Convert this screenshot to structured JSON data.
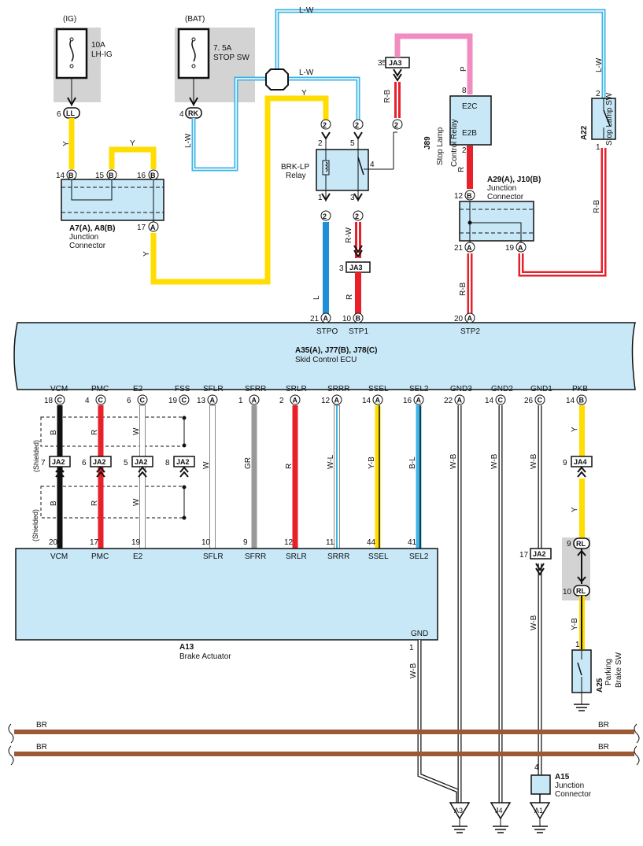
{
  "fuses": {
    "ig": {
      "source": "(IG)",
      "rating": "10A",
      "name": "LH-IG",
      "pin": "6",
      "conn": "LL"
    },
    "bat": {
      "source": "(BAT)",
      "rating": "7. 5A",
      "name": "STOP SW",
      "pin": "4",
      "conn": "RK"
    }
  },
  "junction_a7": {
    "id": "A7(A), A8(B)",
    "name1": "Junction",
    "name2": "Connector",
    "pins": [
      {
        "num": "14",
        "c": "B"
      },
      {
        "num": "15",
        "c": "B"
      },
      {
        "num": "16",
        "c": "B"
      },
      {
        "num": "17",
        "c": "A"
      }
    ]
  },
  "relay": {
    "name1": "BRK-LP",
    "name2": "Relay",
    "p1": "1",
    "p2": "2",
    "p3": "3",
    "p4": "4",
    "p5": "5",
    "c": "2"
  },
  "stop_relay": {
    "id": "J89",
    "name1": "Stop Lamp",
    "name2": "Control Relay",
    "top": "E2C",
    "bot": "E2B",
    "p8": "8",
    "p2": "2",
    "c": "B"
  },
  "stop_sw": {
    "id": "A22",
    "name": "Stop Lamp SW",
    "p2": "2",
    "p1": "1"
  },
  "junction_a29": {
    "id": "A29(A), J10(B)",
    "name1": "Junction",
    "name2": "Connector",
    "p12": "12",
    "p21": "21",
    "p19": "19",
    "cB": "B",
    "cA": "A"
  },
  "ja3": {
    "top": "JA3",
    "top_pin": "35",
    "bot": "JA3",
    "bot_pin": "3"
  },
  "wire_colors": {
    "lw": "L-W",
    "y": "Y",
    "p": "P",
    "rb": "R-B",
    "r": "R",
    "rw": "R-W",
    "l": "L",
    "w": "W",
    "gr": "GR",
    "wl": "W-L",
    "yb": "Y-B",
    "bl": "B-L",
    "wb": "W-B",
    "b": "B",
    "br": "BR"
  },
  "colors": {
    "lw": "#3cb4e6",
    "y": "#ffdd00",
    "p": "#f08cc0",
    "r": "#e8202a",
    "l": "#1e90d8",
    "black": "#111111",
    "gr": "#999999",
    "br": "#9b5a34",
    "box": "#c8e8f8",
    "gray": "#d3d3d3"
  },
  "ecu": {
    "id": "A35(A), J77(B), J78(C)",
    "name": "Skid Control ECU",
    "top_pins": [
      {
        "num": "21",
        "c": "A",
        "sig": "STPO"
      },
      {
        "num": "10",
        "c": "B",
        "sig": "STP1"
      },
      {
        "num": "20",
        "c": "A",
        "sig": "STP2"
      }
    ],
    "bottom_pins": [
      {
        "num": "18",
        "c": "C",
        "sig": "VCM"
      },
      {
        "num": "4",
        "c": "C",
        "sig": "PMC"
      },
      {
        "num": "6",
        "c": "C",
        "sig": "E2"
      },
      {
        "num": "19",
        "c": "C",
        "sig": "FSS"
      },
      {
        "num": "13",
        "c": "A",
        "sig": "SFLR"
      },
      {
        "num": "1",
        "c": "A",
        "sig": "SFRR"
      },
      {
        "num": "2",
        "c": "A",
        "sig": "SRLR"
      },
      {
        "num": "12",
        "c": "A",
        "sig": "SRRR"
      },
      {
        "num": "14",
        "c": "A",
        "sig": "SSEL"
      },
      {
        "num": "16",
        "c": "A",
        "sig": "SEL2"
      },
      {
        "num": "22",
        "c": "A",
        "sig": "GND3"
      },
      {
        "num": "14",
        "c": "C",
        "sig": "GND2"
      },
      {
        "num": "26",
        "c": "C",
        "sig": "GND1"
      },
      {
        "num": "14",
        "c": "B",
        "sig": "PKB"
      }
    ]
  },
  "ja2": {
    "name": "JA2",
    "pins": [
      "7",
      "6",
      "5",
      "8"
    ],
    "gnd_pin": "17"
  },
  "shielded": "(Shielded)",
  "actuator": {
    "id": "A13",
    "name": "Brake Actuator",
    "gnd": "GND",
    "gnd_pin": "1",
    "pins": [
      {
        "num": "20",
        "sig": "VCM"
      },
      {
        "num": "17",
        "sig": "PMC"
      },
      {
        "num": "19",
        "sig": "E2"
      },
      {
        "num": "10",
        "sig": "SFLR"
      },
      {
        "num": "9",
        "sig": "SFRR"
      },
      {
        "num": "12",
        "sig": "SRLR"
      },
      {
        "num": "11",
        "sig": "SRRR"
      },
      {
        "num": "44",
        "sig": "SSEL"
      },
      {
        "num": "41",
        "sig": "SEL2"
      }
    ]
  },
  "ja4": {
    "name": "JA4",
    "pin": "9"
  },
  "rl": {
    "conn": "RL",
    "p9": "9",
    "p10": "10"
  },
  "parking": {
    "id": "A25",
    "name1": "Parking",
    "name2": "Brake SW",
    "pin": "1"
  },
  "a15": {
    "id": "A15",
    "name1": "Junction",
    "name2": "Connector",
    "pin": "4"
  },
  "grounds": [
    "A3",
    "J4",
    "A1"
  ]
}
